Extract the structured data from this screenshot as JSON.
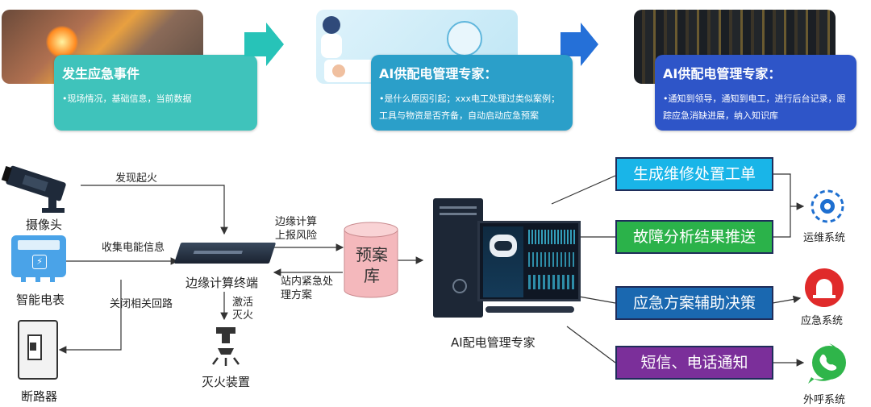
{
  "top_panels": [
    {
      "title": "发生应急事件",
      "body": "•现场情况，基础信息，当前数据",
      "color": "#3fc3bb"
    },
    {
      "title": "AI供配电管理专家：",
      "body": "•是什么原因引起；xxx电工处理过类似案例；工具与物资是否齐备，自动启动应急预案",
      "color": "#2b9fc9"
    },
    {
      "title": "AI供配电管理专家：",
      "body": "•通知到领导，通知到电工，进行后台记录，跟踪应急消缺进展，纳入知识库",
      "color": "#2e55c8"
    }
  ],
  "arrow_colors": [
    "#27c3b8",
    "#2570d8"
  ],
  "devices": {
    "camera": "摄像头",
    "meter": "智能电表",
    "breaker": "断路器",
    "edge": "边缘计算终端",
    "extinguisher": "灭火装置",
    "db": "预案库",
    "ai": "AI配电管理专家"
  },
  "flow_labels": {
    "fire": "发现起火",
    "collect": "收集电能信息",
    "close": "关闭相关回路",
    "activate": "激活灭火",
    "report": "边缘计算上报风险",
    "plan": "站内紧急处理方案"
  },
  "actions": [
    {
      "label": "生成维修处置工单",
      "color": "#19b5e8"
    },
    {
      "label": "故障分析结果推送",
      "color": "#2bb24a"
    },
    {
      "label": "应急方案辅助决策",
      "color": "#1a68b0"
    },
    {
      "label": "短信、电话通知",
      "color": "#7b2f9a"
    }
  ],
  "systems": {
    "ops": "运维系统",
    "emergency": "应急系统",
    "call": "外呼系统"
  }
}
